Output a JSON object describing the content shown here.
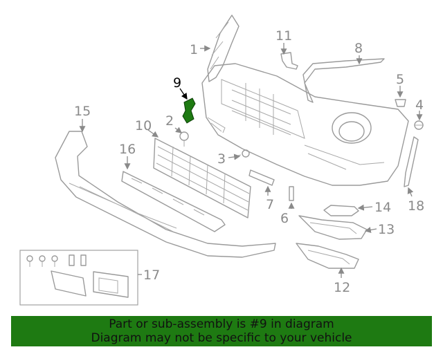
{
  "callouts": {
    "c1": "1",
    "c2": "2",
    "c3": "3",
    "c4": "4",
    "c5": "5",
    "c6": "6",
    "c7": "7",
    "c8": "8",
    "c9": "9",
    "c10": "10",
    "c11": "11",
    "c12": "12",
    "c13": "13",
    "c14": "14",
    "c15": "15",
    "c16": "16",
    "c17": "17",
    "c18": "18"
  },
  "highlight_color": "#1e7a12",
  "banner": {
    "line1": "Part or sub-assembly is #9 in diagram",
    "line2": "Diagram may not be specific to your vehicle",
    "background": "#1e7a12"
  }
}
